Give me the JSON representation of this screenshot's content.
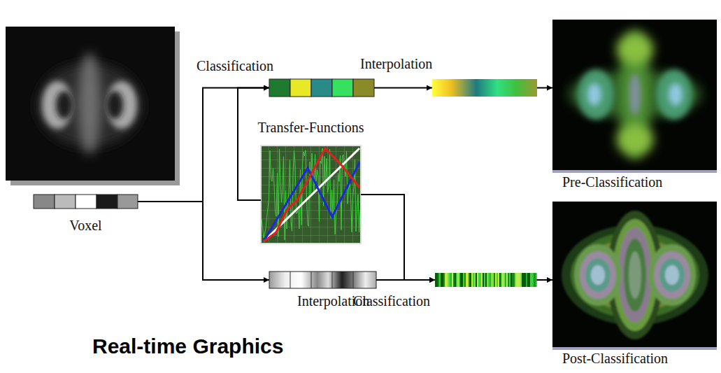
{
  "diagram": {
    "nodes": [
      {
        "text": [
          "Voxel"
        ]
      },
      {
        "text": [
          "Transfer-Functions"
        ]
      },
      {
        "text": [
          "Classification"
        ]
      },
      {
        "text": [
          "Interpolation"
        ]
      },
      {
        "text": [
          "Interpolation"
        ]
      },
      {
        "text": [
          "Classification"
        ]
      },
      {
        "text": [
          "Pre-Classification"
        ]
      },
      {
        "text": [
          "Post-Classification"
        ]
      }
    ],
    "edges": [
      {
        "from": 0,
        "to": 2,
        "arrow": "to"
      },
      {
        "from": 0,
        "to": 4,
        "arrow": "to"
      },
      {
        "from": 1,
        "to": 2,
        "arrow": "to"
      },
      {
        "from": 1,
        "to": 5,
        "arrow": "to"
      },
      {
        "from": 2,
        "to": 3,
        "arrow": "to"
      },
      {
        "from": 3,
        "to": 6,
        "arrow": "to"
      },
      {
        "from": 4,
        "to": 5,
        "arrow": "to"
      },
      {
        "from": 5,
        "to": 7,
        "arrow": "to"
      }
    ],
    "labels": [
      "Real-time Graphics"
    ]
  }
}
